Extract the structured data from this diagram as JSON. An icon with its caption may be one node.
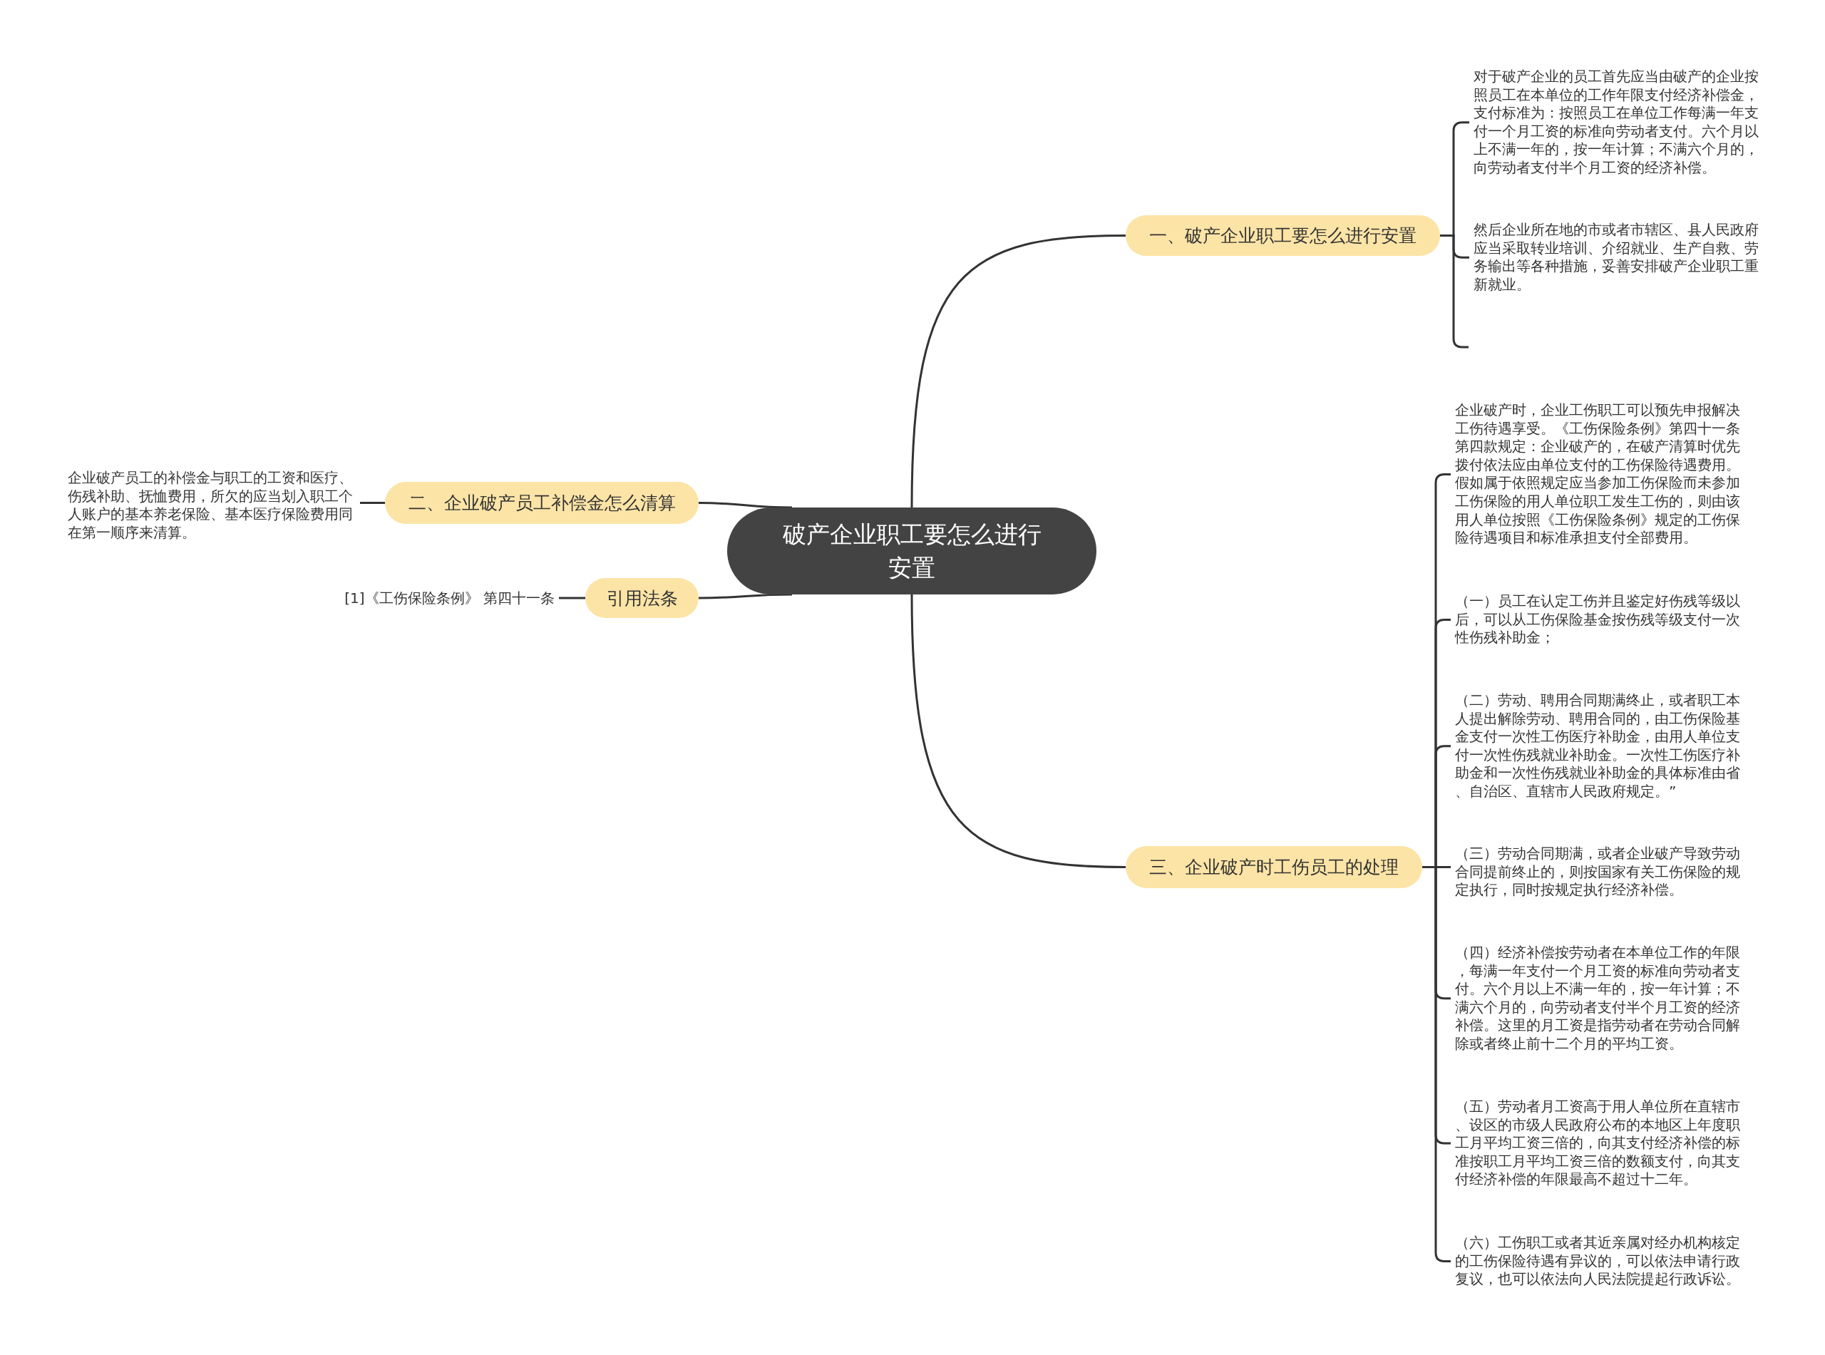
{
  "diagram": {
    "nodes": [
      {
        "text": [
          "破产企业职工要怎么进行安置"
        ]
      },
      {
        "text": [
          "一、破产企业职工要怎么进行安置"
        ]
      },
      {
        "text": [
          "对于破产企业的员工首先应当由破产的企业按照员工在本单位的工作年限支付经济补偿金，支付标准为：按照员工在单位工作每满一年支付一个月工资的标准向劳动者支付。六个月以上不满一年的，按一年计算；不满六个月的，向劳动者支付半个月工资的经济补偿。"
        ]
      },
      {
        "text": [
          "然后企业所在地的市或者市辖区、县人民政府应当采取转业培训、介绍就业、生产自救、劳务输出等各种措施，妥善安排破产企业职工重新就业。"
        ]
      },
      {
        "text": [
          "二、企业破产员工补偿金怎么清算"
        ]
      },
      {
        "text": [
          "企业破产员工的补偿金与职工的工资和医疗、伤残补助、抚恤费用，所欠的应当划入职工个人账户的基本养老保险、基本医疗保险费用同在第一顺序来清算。"
        ]
      },
      {
        "text": [
          "引用法条"
        ]
      },
      {
        "text": [
          "[1]《工伤保险条例》 第四十一条"
        ]
      },
      {
        "text": [
          "三、企业破产时工伤员工的处理"
        ]
      },
      {
        "text": [
          "企业破产时，企业工伤职工可以预先申报解决工伤待遇享受。《工伤保险条例》第四十一条第四款规定：企业破产的，在破产清算时优先拨付依法应由单位支付的工伤保险待遇费用。假如属于依照规定应当参加工伤保险而未参加工伤保险的用人单位职工发生工伤的，则由该用人单位按照《工伤保险条例》规定的工伤保险待遇项目和标准承担支付全部费用。"
        ]
      },
      {
        "text": [
          "（一）员工在认定工伤并且鉴定好伤残等级以后，可以从工伤保险基金按伤残等级支付一次性伤残补助金；"
        ]
      },
      {
        "text": [
          "（二）劳动、聘用合同期满终止，或者职工本人提出解除劳动、聘用合同的，由工伤保险基金支付一次性工伤医疗补助金，由用人单位支付一次性伤残就业补助金。一次性工伤医疗补助金和一次性伤残就业补助金的具体标准由省、自治区、直辖市人民政府规定。”"
        ]
      },
      {
        "text": [
          "（三）劳动合同期满，或者企业破产导致劳动合同提前终止的，则按国家有关工伤保险的规定执行，同时按规定执行经济补偿。"
        ]
      },
      {
        "text": [
          "（四）经济补偿按劳动者在本单位工作的年限，每满一年支付一个月工资的标准向劳动者支付。六个月以上不满一年的，按一年计算；不满六个月的，向劳动者支付半个月工资的经济补偿。这里的月工资是指劳动者在劳动合同解除或者终止前十二个月的平均工资。"
        ]
      },
      {
        "text": [
          "（五）劳动者月工资高于用人单位所在直辖市、设区的市级人民政府公布的本地区上年度职工月平均工资三倍的，向其支付经济补偿的标准按职工月平均工资三倍的数额支付，向其支付经济补偿的年限最高不超过十二年。"
        ]
      },
      {
        "text": [
          "（六）工伤职工或者其近亲属对经办机构核定的工伤保险待遇有异议的，可以依法申请行政复议，也可以依法向人民法院提起行政诉讼。"
        ]
      }
    ],
    "edges": [
      {
        "from": 0,
        "to": 1,
        "arrow": "none"
      },
      {
        "from": 1,
        "to": 2,
        "arrow": "none"
      },
      {
        "from": 1,
        "to": 3,
        "arrow": "none"
      },
      {
        "from": 1,
        "to": null,
        "arrow": "none"
      },
      {
        "from": 0,
        "to": 4,
        "arrow": "none"
      },
      {
        "from": 4,
        "to": 5,
        "arrow": "none"
      },
      {
        "from": 0,
        "to": 6,
        "arrow": "none"
      },
      {
        "from": 6,
        "to": 7,
        "arrow": "none"
      },
      {
        "from": 0,
        "to": 8,
        "arrow": "none"
      },
      {
        "from": 8,
        "to": 9,
        "arrow": "none"
      },
      {
        "from": 8,
        "to": 10,
        "arrow": "none"
      },
      {
        "from": 8,
        "to": 11,
        "arrow": "none"
      },
      {
        "from": 8,
        "to": 12,
        "arrow": "none"
      },
      {
        "from": 8,
        "to": 13,
        "arrow": "none"
      },
      {
        "from": 8,
        "to": 14,
        "arrow": "none"
      },
      {
        "from": 8,
        "to": 15,
        "arrow": "none"
      }
    ]
  }
}
